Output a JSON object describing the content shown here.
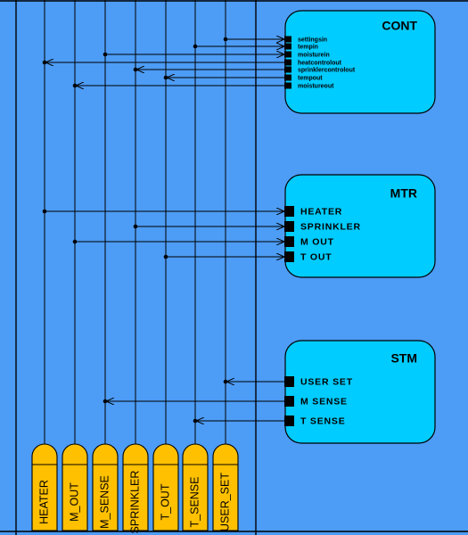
{
  "colors": {
    "background": "#4d9cf5",
    "block_fill": "#00ccff",
    "port_fill": "#000000",
    "wire": "#000000",
    "io_pad": "#ffc000",
    "frame": "#000000"
  },
  "blocks": [
    {
      "id": "cont",
      "name": "CONT",
      "ports": [
        {
          "label": "settingsin",
          "direction": "in",
          "bus": "USER_SET"
        },
        {
          "label": "tempin",
          "direction": "in",
          "bus": "T_SENSE"
        },
        {
          "label": "moisturein",
          "direction": "in",
          "bus": "M_SENSE"
        },
        {
          "label": "heatcontrolout",
          "direction": "out",
          "bus": "HEATER"
        },
        {
          "label": "sprinklercontrolout",
          "direction": "out",
          "bus": "SPRINKLER"
        },
        {
          "label": "tempout",
          "direction": "out",
          "bus": "T_OUT"
        },
        {
          "label": "moistureout",
          "direction": "out",
          "bus": "M_OUT"
        }
      ]
    },
    {
      "id": "mtr",
      "name": "MTR",
      "ports": [
        {
          "label": "HEATER",
          "direction": "in",
          "bus": "HEATER"
        },
        {
          "label": "SPRINKLER",
          "direction": "in",
          "bus": "SPRINKLER"
        },
        {
          "label": "M OUT",
          "direction": "in",
          "bus": "M_OUT"
        },
        {
          "label": "T OUT",
          "direction": "in",
          "bus": "T_OUT"
        }
      ]
    },
    {
      "id": "stm",
      "name": "STM",
      "ports": [
        {
          "label": "USER SET",
          "direction": "out",
          "bus": "USER_SET"
        },
        {
          "label": "M SENSE",
          "direction": "out",
          "bus": "M_SENSE"
        },
        {
          "label": "T SENSE",
          "direction": "out",
          "bus": "T_SENSE"
        }
      ]
    }
  ],
  "buses": [
    "HEATER",
    "M_OUT",
    "M_SENSE",
    "SPRINKLER",
    "T_OUT",
    "T_SENSE",
    "USER_SET"
  ]
}
